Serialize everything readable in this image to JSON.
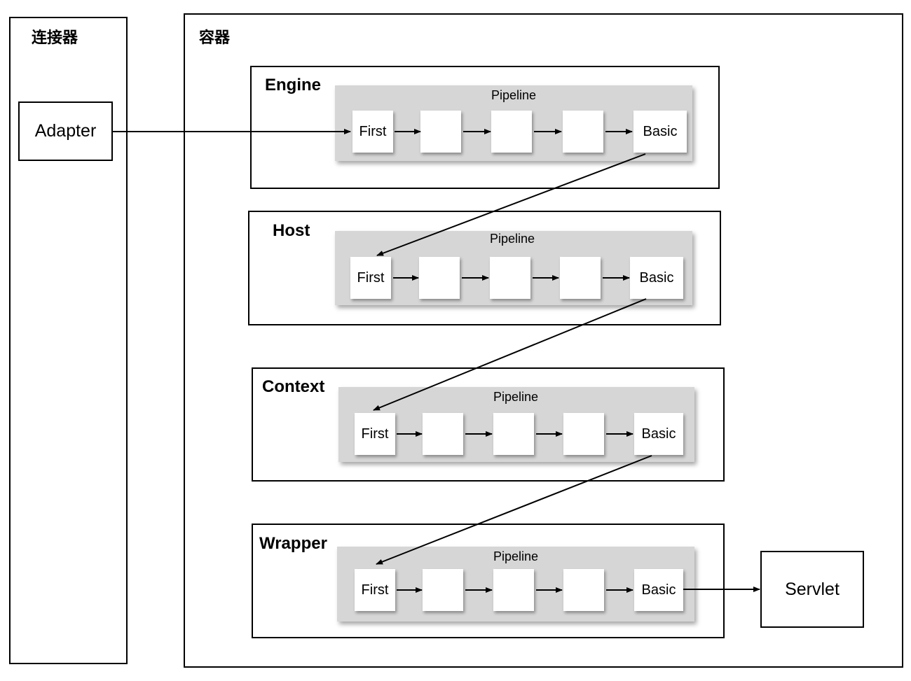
{
  "connector": {
    "title": "连接器",
    "adapter_label": "Adapter"
  },
  "container": {
    "title": "容器",
    "stages": [
      {
        "name": "Engine",
        "pipeline_label": "Pipeline",
        "first_label": "First",
        "basic_label": "Basic"
      },
      {
        "name": "Host",
        "pipeline_label": "Pipeline",
        "first_label": "First",
        "basic_label": "Basic"
      },
      {
        "name": "Context",
        "pipeline_label": "Pipeline",
        "first_label": "First",
        "basic_label": "Basic"
      },
      {
        "name": "Wrapper",
        "pipeline_label": "Pipeline",
        "first_label": "First",
        "basic_label": "Basic"
      }
    ]
  },
  "servlet_label": "Servlet"
}
